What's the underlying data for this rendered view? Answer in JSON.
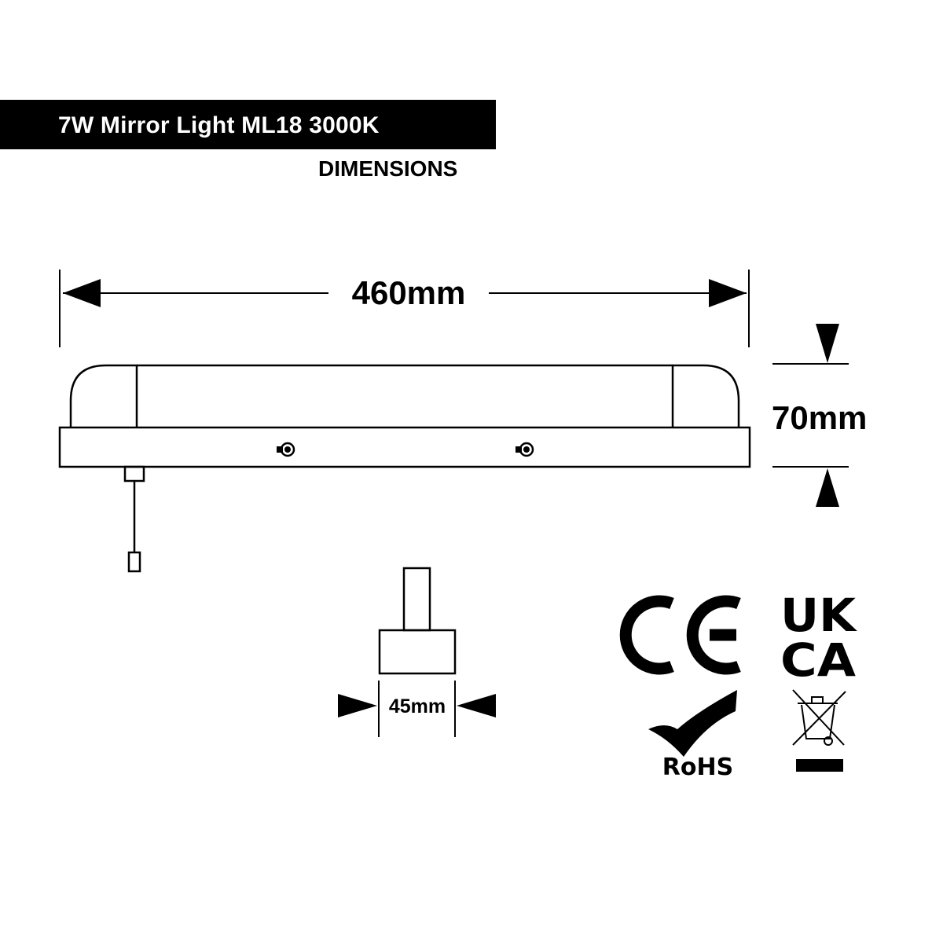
{
  "title": "7W Mirror Light ML18 3000K",
  "subtitle": "DIMENSIONS",
  "dimensions": {
    "width": "460mm",
    "height": "70mm",
    "depth": "45mm"
  },
  "certifications": {
    "ce": "CE",
    "ukca_line1": "UK",
    "ukca_line2": "CA",
    "rohs": "RoHS",
    "weee": "weee-bin-icon"
  },
  "colors": {
    "line": "#000000",
    "background": "#ffffff"
  }
}
